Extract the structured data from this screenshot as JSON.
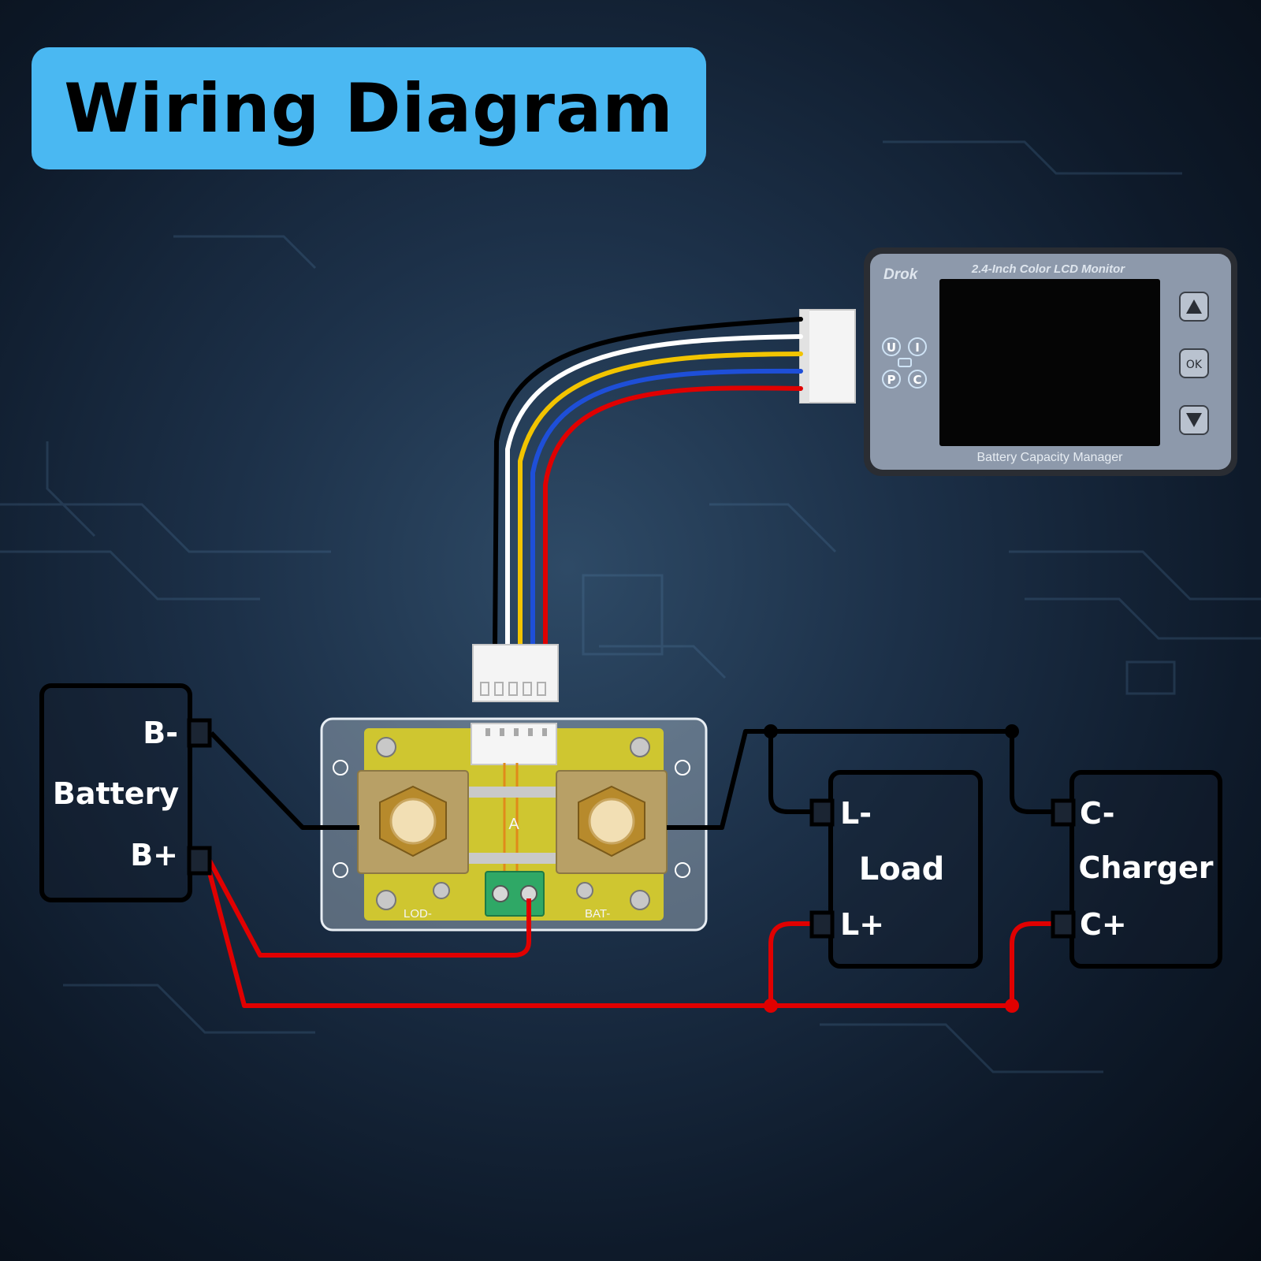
{
  "title": "Wiring Diagram",
  "monitor": {
    "brand": "Drok",
    "header": "2.4-Inch Color LCD Monitor",
    "footer": "Battery Capacity Manager",
    "indicators": [
      "U",
      "I",
      "P",
      "C"
    ],
    "buttons": {
      "ok": "OK"
    }
  },
  "shunt": {
    "center_label": "A",
    "left_terminal": "LOD-",
    "right_terminal": "BAT-"
  },
  "battery": {
    "label": "Battery",
    "neg": "B-",
    "pos": "B+"
  },
  "load": {
    "label": "Load",
    "neg": "L-",
    "pos": "L+"
  },
  "charger": {
    "label": "Charger",
    "neg": "C-",
    "pos": "C+"
  },
  "colors": {
    "banner": "#4ab8f2",
    "negative_wire": "#000000",
    "positive_wire": "#e00000",
    "cable": [
      "#000000",
      "#ffffff",
      "#f2c400",
      "#1e4fd8",
      "#e00000"
    ]
  }
}
